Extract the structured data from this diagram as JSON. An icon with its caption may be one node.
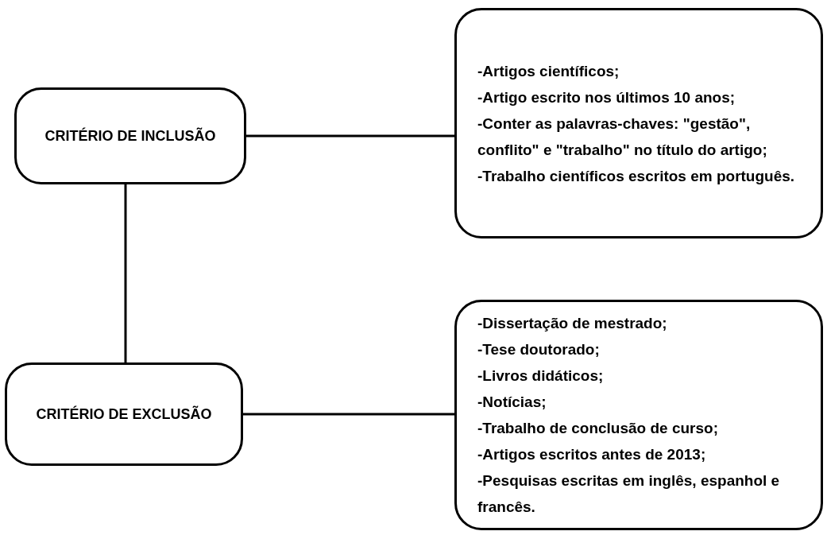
{
  "diagram": {
    "nodes": [
      {
        "text": [
          "CRITÉRIO DE INCLUSÃO"
        ]
      },
      {
        "text": [
          "-Artigos científicos;",
          "-Artigo escrito nos últimos 10 anos;",
          "-Conter as palavras-chaves: \"gestão\", conflito\" e \"trabalho\" no título do artigo;",
          "-Trabalho científicos escritos em português."
        ]
      },
      {
        "text": [
          "CRITÉRIO DE EXCLUSÃO"
        ]
      },
      {
        "text": [
          "-Dissertação de mestrado;",
          "-Tese doutorado;",
          "-Livros didáticos;",
          "-Notícias;",
          "-Trabalho de conclusão de curso;",
          "-Artigos escritos antes de 2013;",
          "-Pesquisas escritas em inglês, espanhol e francês."
        ]
      }
    ],
    "edges": [
      {
        "from": 0,
        "to": 1,
        "arrow": "none"
      },
      {
        "from": 0,
        "to": 2,
        "arrow": "none"
      },
      {
        "from": 2,
        "to": 3,
        "arrow": "none"
      }
    ]
  }
}
